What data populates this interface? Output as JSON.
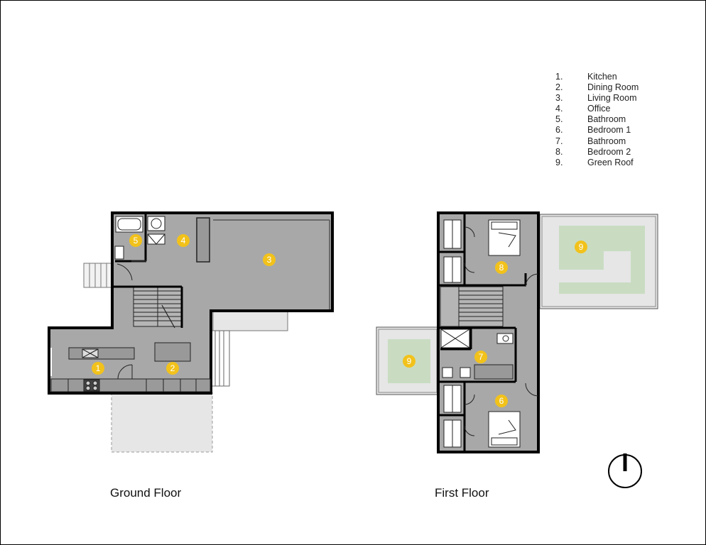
{
  "legend": [
    {
      "num": "1.",
      "label": "Kitchen"
    },
    {
      "num": "2.",
      "label": "Dining Room"
    },
    {
      "num": "3.",
      "label": "Living Room"
    },
    {
      "num": "4.",
      "label": "Office"
    },
    {
      "num": "5.",
      "label": "Bathroom"
    },
    {
      "num": "6.",
      "label": "Bedroom 1"
    },
    {
      "num": "7.",
      "label": "Bathroom"
    },
    {
      "num": "8.",
      "label": "Bedroom 2"
    },
    {
      "num": "9.",
      "label": "Green Roof"
    }
  ],
  "floors": {
    "ground": {
      "title": "Ground Floor"
    },
    "first": {
      "title": "First Floor"
    }
  },
  "room_markers": {
    "kitchen": "1",
    "dining": "2",
    "living": "3",
    "office": "4",
    "bath_ground": "5",
    "bedroom1": "6",
    "bath_first": "7",
    "bedroom2": "8",
    "green_roof_right": "9",
    "green_roof_left": "9"
  },
  "colors": {
    "floor_fill": "#a8a8a8",
    "wall": "#000000",
    "terrace": "#e6e6e6",
    "green_roof": "#c9dcc2",
    "marker": "#f2c21b"
  }
}
